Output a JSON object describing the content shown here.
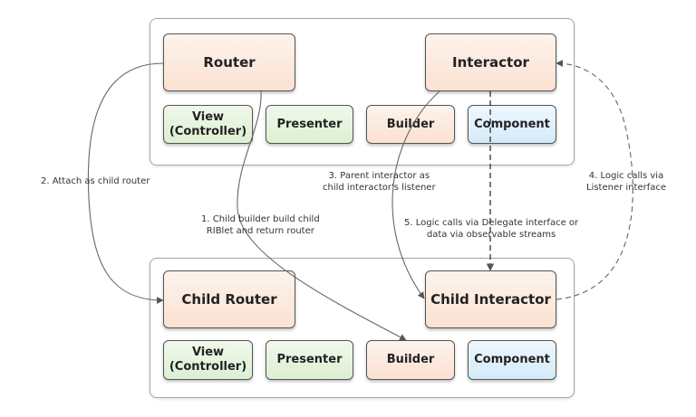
{
  "parent": {
    "router": "Router",
    "interactor": "Interactor",
    "view_line1": "View",
    "view_line2": "(Controller)",
    "presenter": "Presenter",
    "builder": "Builder",
    "component": "Component"
  },
  "child": {
    "router": "Child Router",
    "interactor": "Child Interactor",
    "view_line1": "View",
    "view_line2": "(Controller)",
    "presenter": "Presenter",
    "builder": "Builder",
    "component": "Component"
  },
  "edges": {
    "attach": "2. Attach as child router",
    "build_line1": "1. Child builder build child",
    "build_line2": "RIBlet and return router",
    "parent_listener_line1": "3. Parent interactor as",
    "parent_listener_line2": "child interactor's listener",
    "listener_line1": "4. Logic calls via",
    "listener_line2": "Listener interface",
    "delegate_line1": "5. Logic calls via Delegate interface or",
    "delegate_line2": "data via observable streams"
  },
  "colors": {
    "orange": "#fbe1d2",
    "green": "#dcefd2",
    "blue": "#d4eaf9",
    "edge": "#666666"
  }
}
